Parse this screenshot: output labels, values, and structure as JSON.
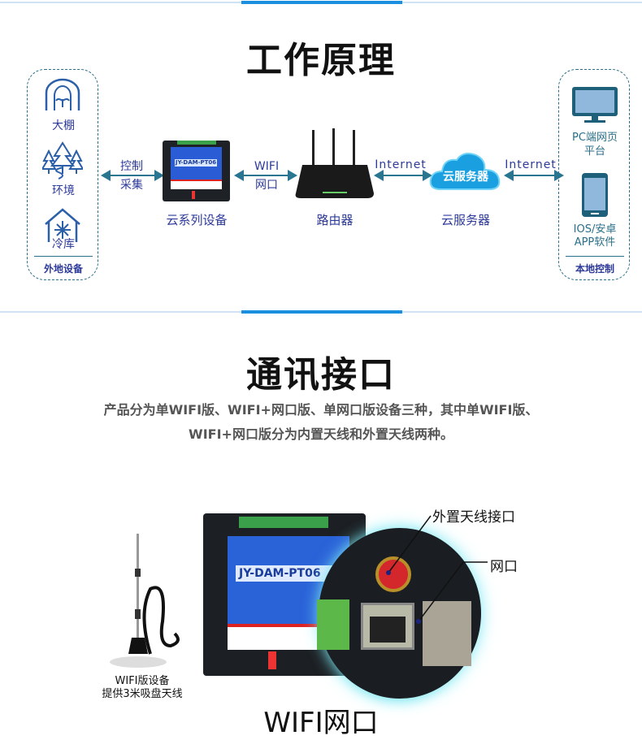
{
  "section1": {
    "title": "工作原理",
    "remote_devices": {
      "items": [
        {
          "label": "大棚",
          "icon": "greenhouse-icon"
        },
        {
          "label": "环境",
          "icon": "forest-icon"
        },
        {
          "label": "冷库",
          "icon": "cold-storage-icon"
        }
      ],
      "footer": "外地设备"
    },
    "link1": {
      "line1": "控制",
      "line2": "采集"
    },
    "device": {
      "label": "云系列设备",
      "model": "JY-DAM-PT06"
    },
    "link2": {
      "line1": "WIFI",
      "line2": "网口"
    },
    "router": {
      "label": "路由器"
    },
    "link3": "Internet",
    "cloud": {
      "badge": "云服务器",
      "label": "云服务器"
    },
    "link4": "Internet",
    "local_control": {
      "pc": {
        "line1": "PC端网页",
        "line2": "平台"
      },
      "app": {
        "line1": "IOS/安卓",
        "line2": "APP软件"
      },
      "footer": "本地控制"
    }
  },
  "section2": {
    "title": "通讯接口",
    "description": [
      "产品分为单WIFI版、WIFI+网口版、单网口版设备三种，其中单WIFI版、",
      "WIFI+网口版分为内置天线和外置天线两种。"
    ],
    "antenna_caption": [
      "WIFI版设备",
      "提供3米吸盘天线"
    ],
    "callout_antenna": "外置天线接口",
    "callout_port": "网口",
    "product_model": "JY-DAM-PT06",
    "caption": "WIFI网口"
  },
  "colors": {
    "accent": "#1a8fe0",
    "diagram_text": "#2d3a9a",
    "arrow": "#2a7590"
  }
}
